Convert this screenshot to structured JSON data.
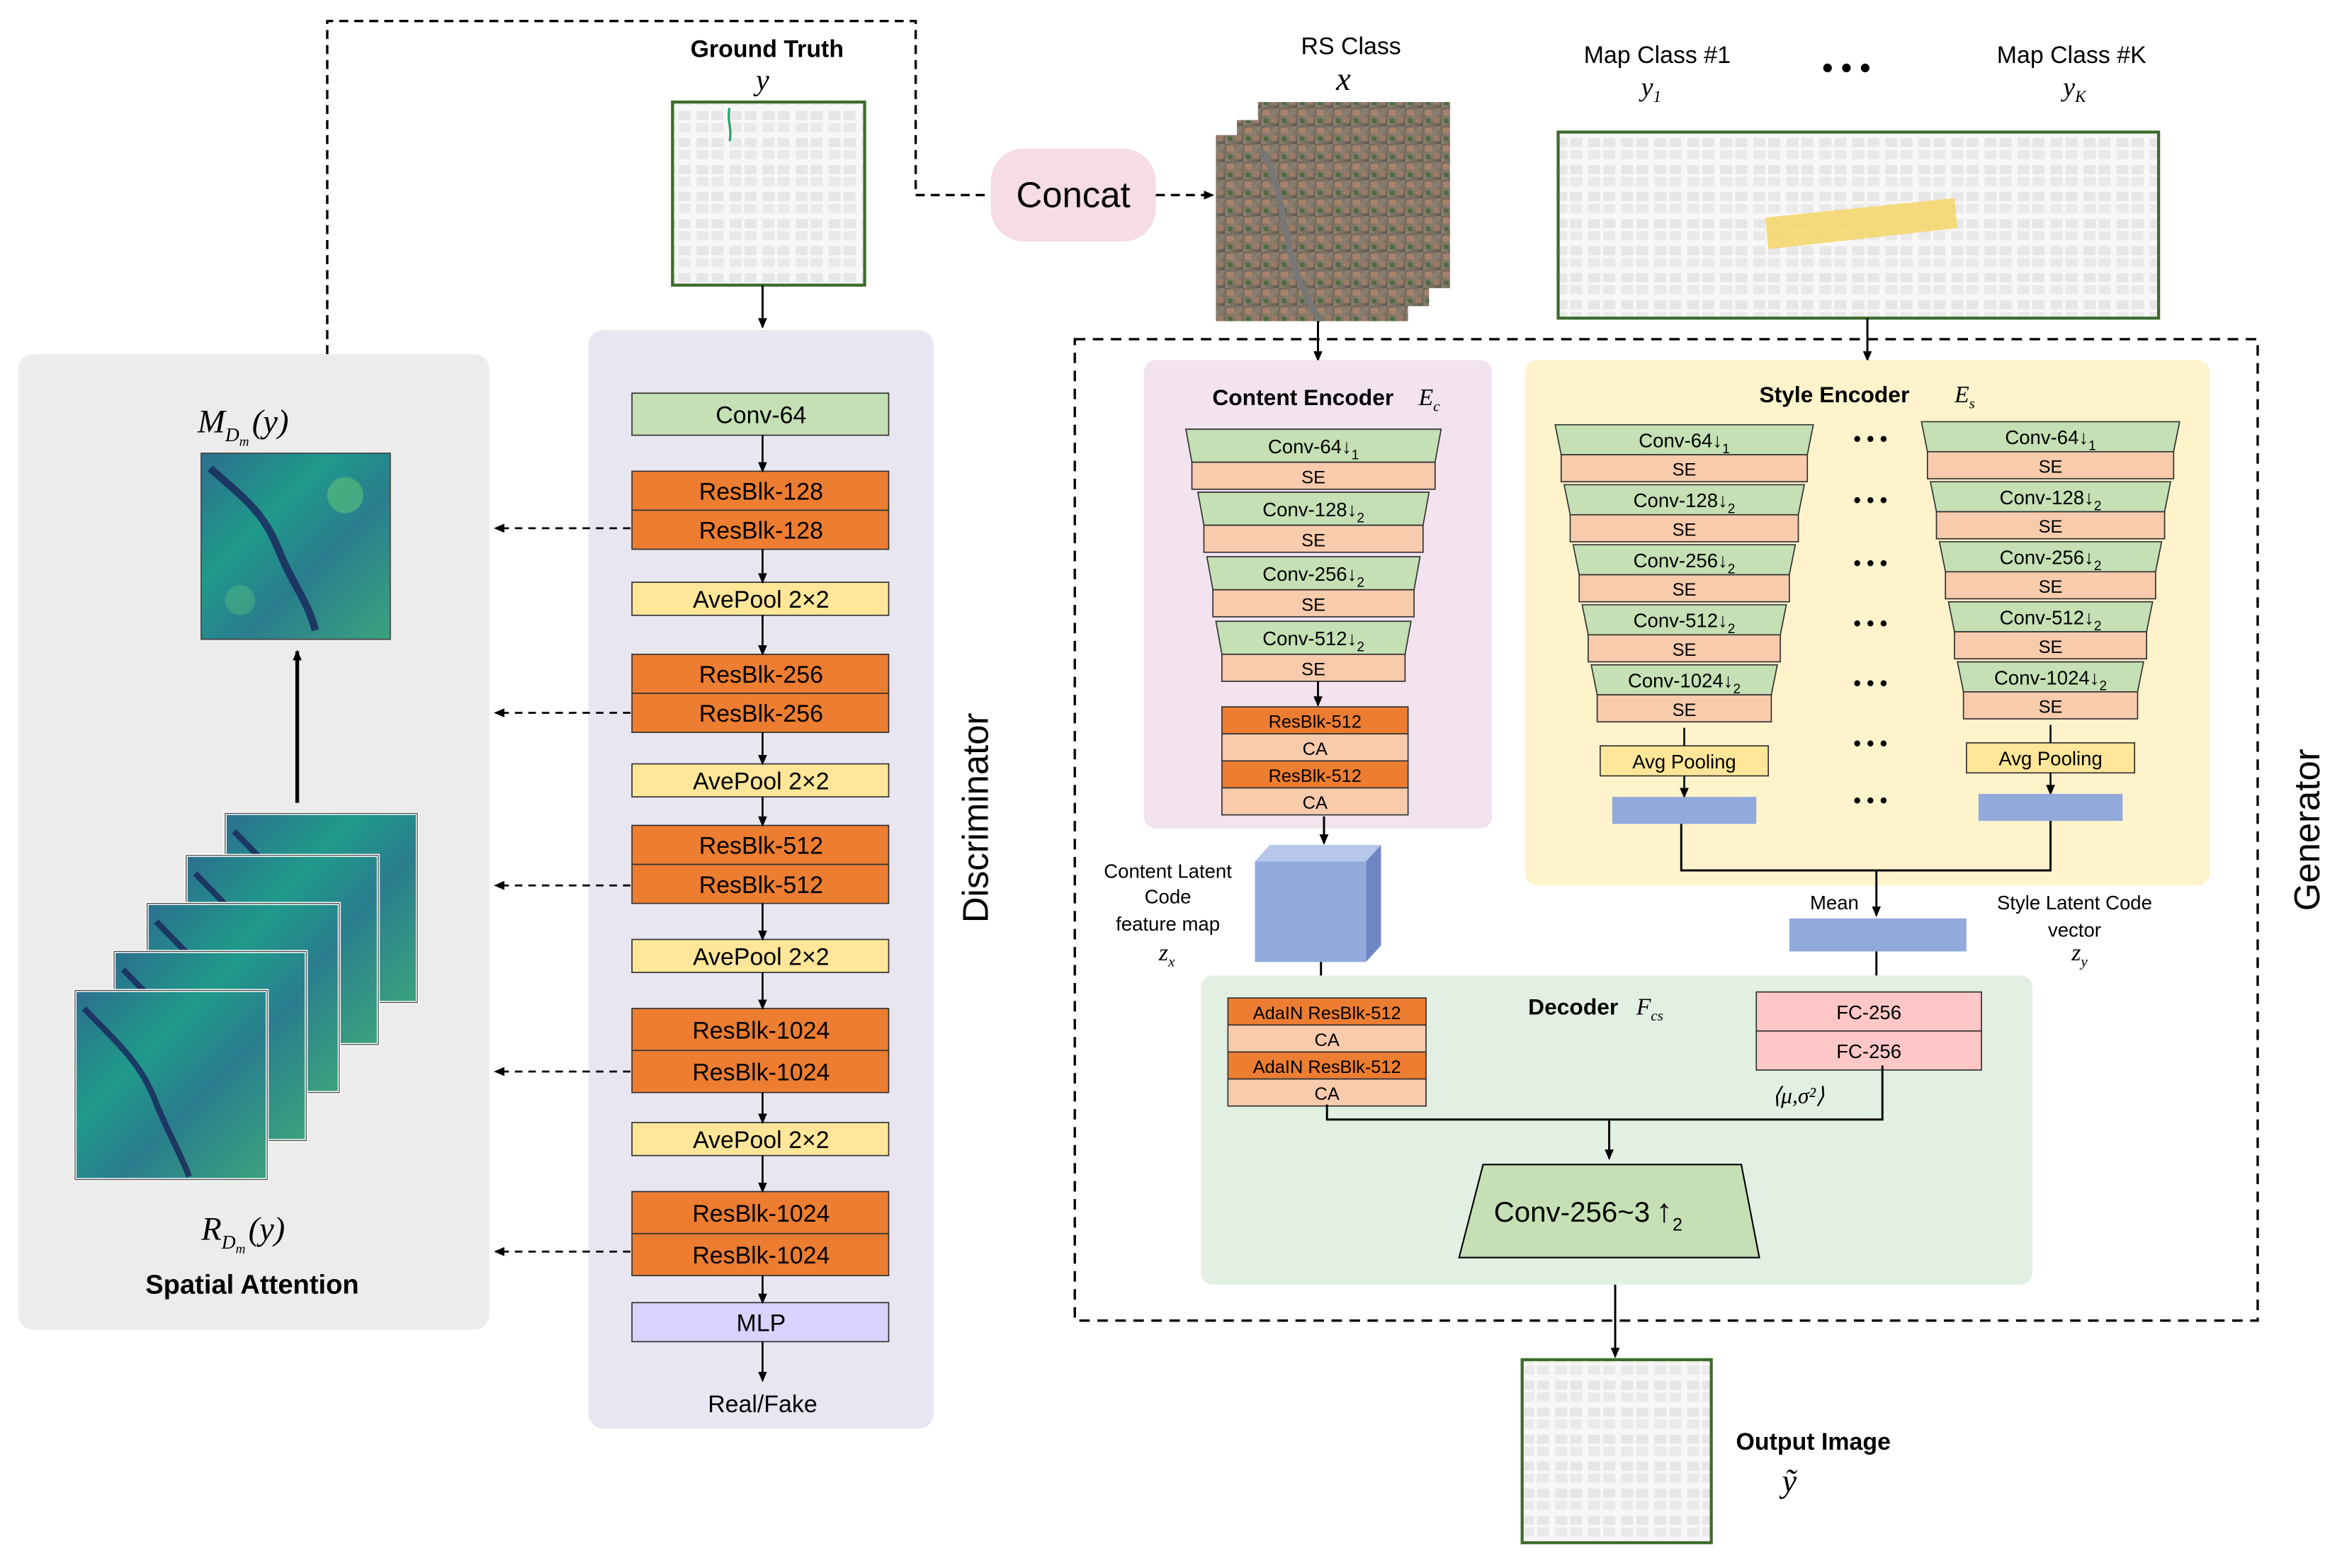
{
  "colors": {
    "conv_green": "#c5e0b4",
    "resblk_orange": "#ed7d31",
    "pool_yellow": "#ffe699",
    "mlp_purple": "#d9d3ff",
    "se_peach": "#f8cbad",
    "fc_pink": "#ffc7c7",
    "latent_blue": "#92a9dc",
    "disc_panel": "#e8e6f0",
    "attn_panel": "#ececec",
    "content_panel": "#f2e3ef",
    "style_panel": "#fff3cc",
    "decoder_panel": "#e2f0e4",
    "concat_pink": "#f6dce6"
  },
  "top": {
    "ground_truth": "Ground Truth",
    "ground_truth_sym": "y",
    "rs_class": "RS Class",
    "rs_class_sym": "x",
    "map_class_1": "Map Class #1",
    "map_class_1_sym": "y",
    "map_class_1_sub": "1",
    "ellipsis": "• • •",
    "map_class_k": "Map Class #K",
    "map_class_k_sym": "y",
    "map_class_k_sub": "K",
    "concat": "Concat"
  },
  "attention": {
    "m_sym": "M",
    "m_sub": "D",
    "m_subsub": "m",
    "m_arg": "(y)",
    "r_sym": "R",
    "r_sub": "D",
    "r_subsub": "m",
    "r_arg": "(y)",
    "title": "Spatial Attention"
  },
  "discriminator": {
    "label": "Discriminator",
    "layers": [
      "Conv-64",
      "ResBlk-128",
      "ResBlk-128",
      "AvePool 2×2",
      "ResBlk-256",
      "ResBlk-256",
      "AvePool 2×2",
      "ResBlk-512",
      "ResBlk-512",
      "AvePool 2×2",
      "ResBlk-1024",
      "ResBlk-1024",
      "AvePool 2×2",
      "ResBlk-1024",
      "ResBlk-1024",
      "MLP"
    ],
    "output": "Real/Fake"
  },
  "generator": {
    "label": "Generator",
    "content_encoder": {
      "title": "Content Encoder",
      "sym": "E",
      "sub": "c",
      "convs": [
        "Conv-64↓",
        "Conv-128↓",
        "Conv-256↓",
        "Conv-512↓"
      ],
      "conv_subs": [
        "1",
        "2",
        "2",
        "2"
      ],
      "se": "SE",
      "blocks": [
        "ResBlk-512",
        "CA",
        "ResBlk-512",
        "CA"
      ]
    },
    "style_encoder": {
      "title": "Style Encoder",
      "sym": "E",
      "sub": "s",
      "convs": [
        "Conv-64↓",
        "Conv-128↓",
        "Conv-256↓",
        "Conv-512↓",
        "Conv-1024↓"
      ],
      "conv_subs": [
        "1",
        "2",
        "2",
        "2",
        "2"
      ],
      "se": "SE",
      "pool": "Avg Pooling",
      "dots": "• • •"
    },
    "content_latent": {
      "line1": "Content Latent",
      "line2": "Code",
      "line3": "feature map",
      "sym": "z",
      "sub": "x"
    },
    "mean": "Mean",
    "style_latent": {
      "line1": "Style Latent Code",
      "line2": "vector",
      "sym": "z",
      "sub": "y"
    },
    "decoder": {
      "title": "Decoder",
      "sym": "F",
      "sub": "cs",
      "blocks": [
        "AdaIN ResBlk-512",
        "CA",
        "AdaIN ResBlk-512",
        "CA"
      ],
      "fc": [
        "FC-256",
        "FC-256"
      ],
      "mu_sigma": "⟨μ,σ²⟩",
      "upconv": "Conv-256~3",
      "upconv_arrow": "↑",
      "upconv_sub": "2"
    }
  },
  "output": {
    "title": "Output Image",
    "sym": "ỹ"
  }
}
